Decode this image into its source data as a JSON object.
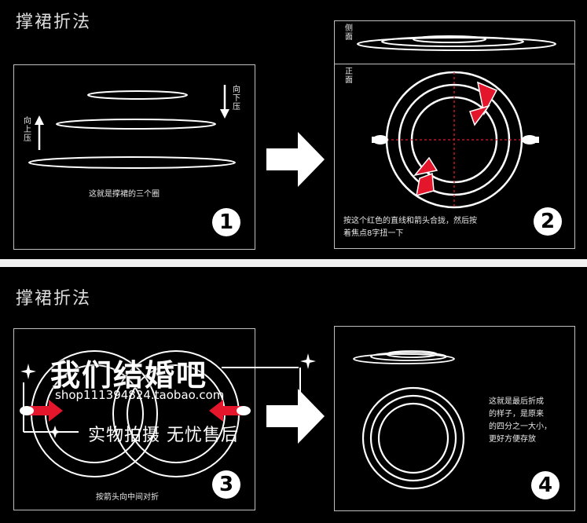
{
  "sections": [
    {
      "title": "撑裙折法"
    },
    {
      "title": "撑裙折法"
    }
  ],
  "panel1": {
    "caption": "这就是撑裙的三个圈",
    "label_down": "向下压",
    "label_up": "向上压",
    "step": "1"
  },
  "panel2": {
    "label_side": "侧面",
    "label_front": "正面",
    "caption_line1": "按这个红色的直线和箭头合拢，然后按",
    "caption_line2": "着焦点8字扭一下",
    "step": "2"
  },
  "panel3": {
    "caption": "按箭头向中间对折",
    "step": "3"
  },
  "panel4": {
    "caption_lines": [
      "这就是最后折成",
      "的样子，是原来",
      "的四分之一大小，",
      "更好方便存放"
    ],
    "step": "4"
  },
  "watermark": {
    "title": "我们结婚吧",
    "url": "shop111394824.taobao.com",
    "slogan": "实物拍摄 无忧售后"
  },
  "colors": {
    "accent_red": "#e3162b",
    "ring": "#ffffff",
    "background": "#000000"
  }
}
